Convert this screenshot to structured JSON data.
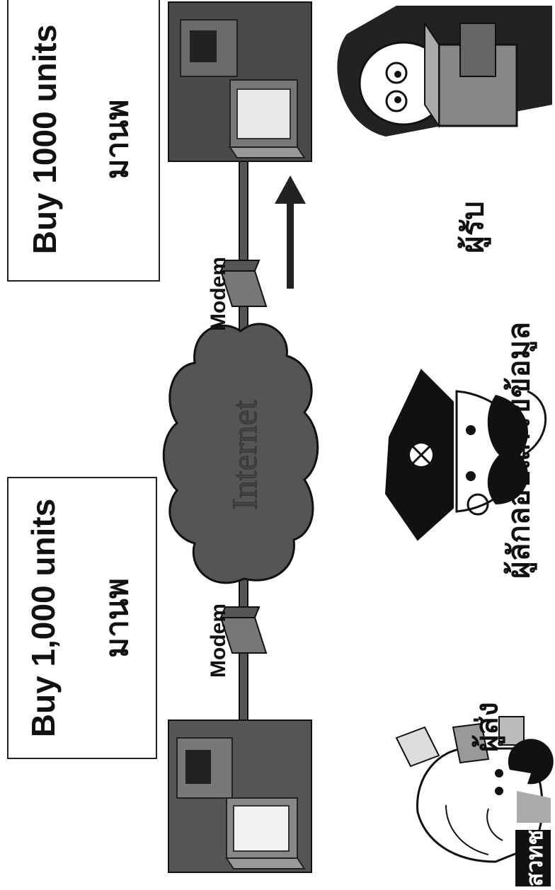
{
  "messages": {
    "sent": {
      "text": "Buy 1,000 units",
      "name": "มานพ"
    },
    "received": {
      "text": "Buy 1000 units",
      "name": "มานพ"
    }
  },
  "network": {
    "cloud_label": "Internet",
    "modem_left": "Modem",
    "modem_right": "Modem"
  },
  "roles": {
    "sender": "ผู้ส่ง",
    "forger": "ผู้ลักลอบแก้ไขข้อมูล",
    "receiver": "ผู้รับ"
  },
  "logo": {
    "text": "สวทช"
  },
  "icons": [
    "computer-icon",
    "modem-icon",
    "cloud-icon",
    "arrow-icon",
    "sender-person-icon",
    "pirate-icon",
    "receiver-person-icon",
    "logo-icon"
  ]
}
